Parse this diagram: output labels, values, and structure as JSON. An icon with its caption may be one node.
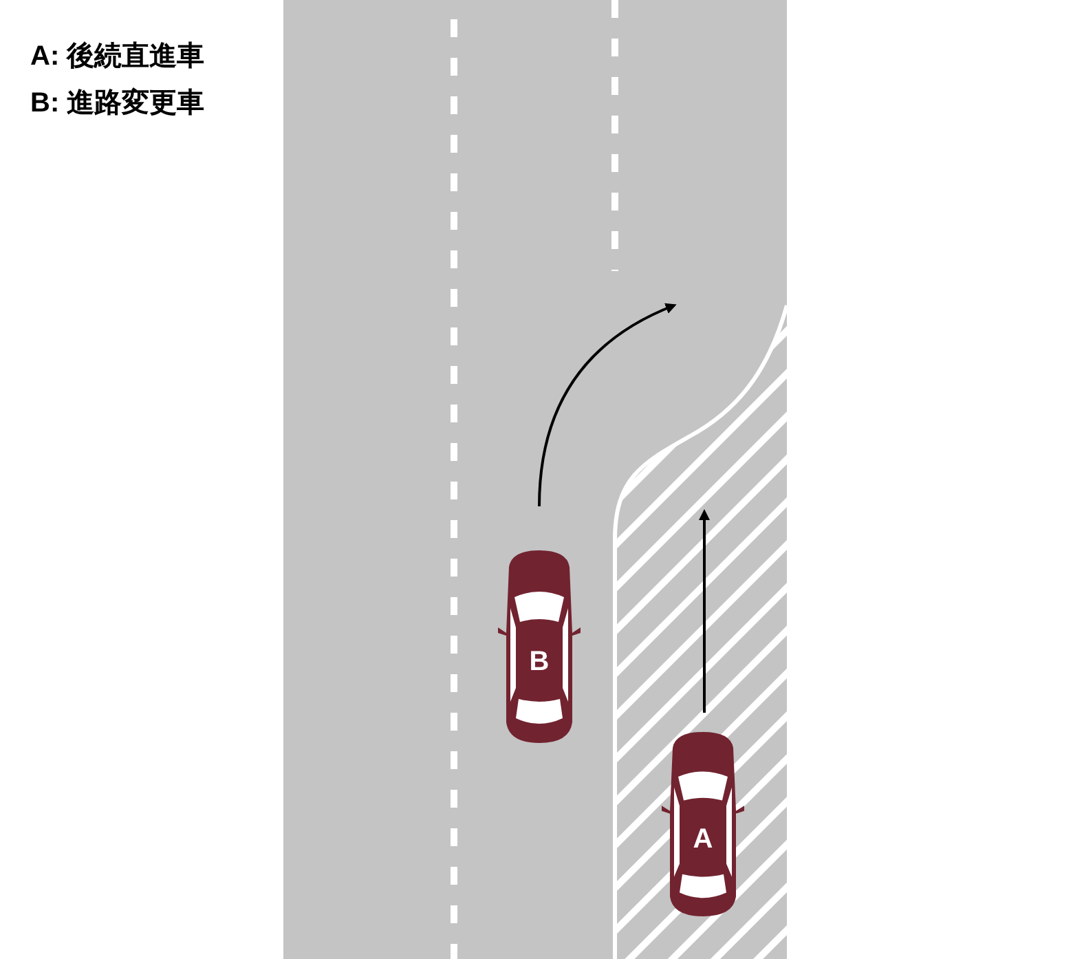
{
  "diagram": {
    "nodes": [
      {
        "text": [
          "B"
        ]
      },
      {
        "text": [
          "A"
        ]
      }
    ],
    "labels": [
      "A: 後続直進車",
      "B: 進路変更車"
    ]
  }
}
